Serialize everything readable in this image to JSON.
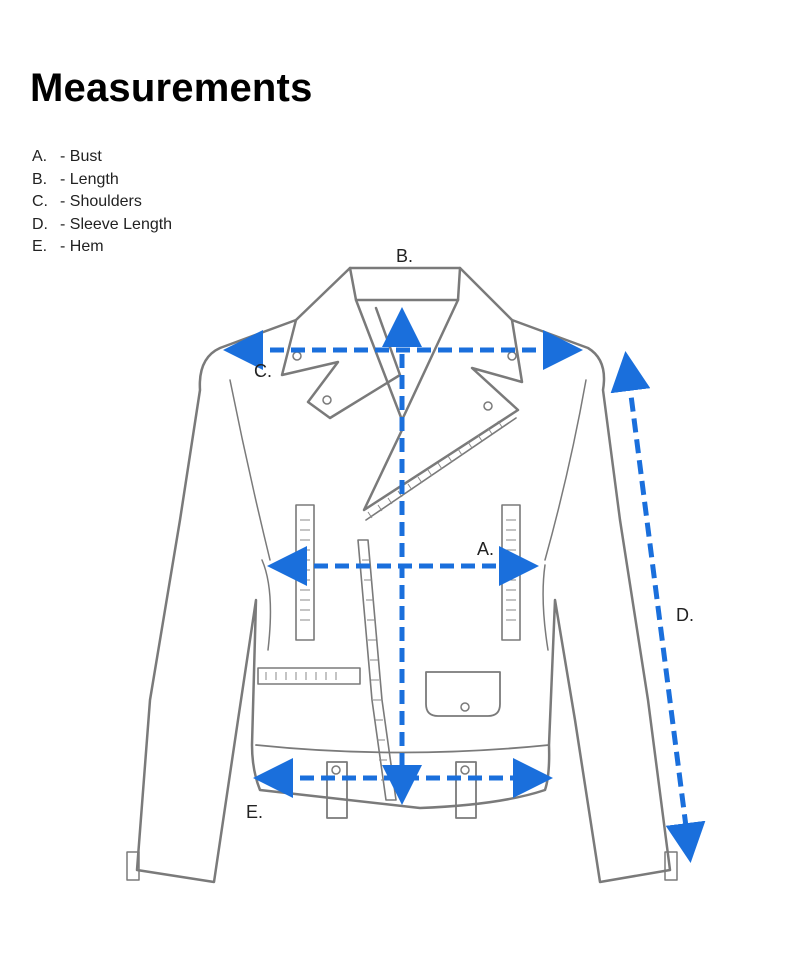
{
  "title": "Measurements",
  "legend": [
    {
      "key": "A.",
      "label": "- Bust"
    },
    {
      "key": "B.",
      "label": "- Length"
    },
    {
      "key": "C.",
      "label": "- Shoulders"
    },
    {
      "key": "D.",
      "label": "- Sleeve Length"
    },
    {
      "key": "E.",
      "label": "- Hem"
    }
  ],
  "diagram_labels": {
    "a": "A.",
    "b": "B.",
    "c": "C.",
    "d": "D.",
    "e": "E."
  },
  "colors": {
    "arrow": "#1a6fdc",
    "outline": "#7a7a7a",
    "text": "#222222"
  },
  "icons": [
    "jacket-outline",
    "double-headed-arrow"
  ]
}
